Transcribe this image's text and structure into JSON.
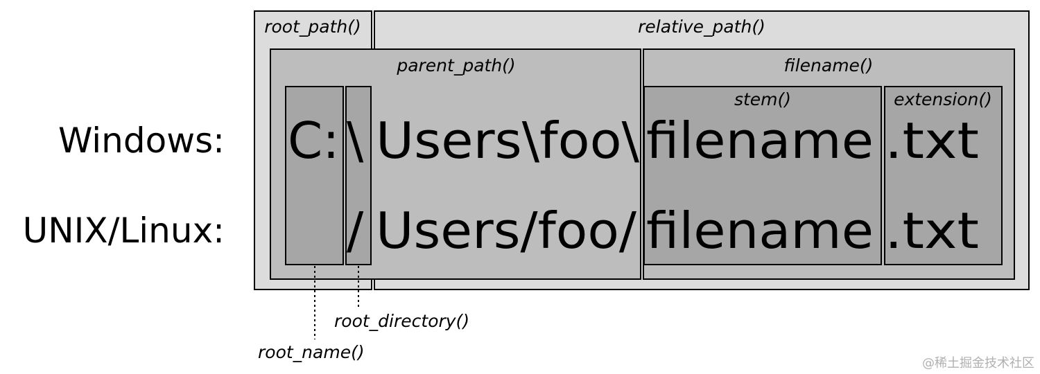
{
  "labels": {
    "root_path": "root_path()",
    "relative_path": "relative_path()",
    "parent_path": "parent_path()",
    "filename": "filename()",
    "stem": "stem()",
    "extension": "extension()",
    "root_directory": "root_directory()",
    "root_name": "root_name()"
  },
  "rows": {
    "windows": {
      "label": "Windows:",
      "root_name": "C:",
      "root_dir": "\\",
      "parent": "Users\\foo\\",
      "stem": "filename",
      "extension": ".txt"
    },
    "unix": {
      "label": "UNIX/Linux:",
      "root_dir": "/",
      "parent": "Users/foo/",
      "stem": "filename",
      "extension": ".txt"
    }
  },
  "watermark": "@稀土掘金技术社区",
  "colors": {
    "outer_fill": "#dcdcdc",
    "mid_fill": "#bdbdbd",
    "inner_fill": "#a6a6a6",
    "stroke": "#000000"
  }
}
